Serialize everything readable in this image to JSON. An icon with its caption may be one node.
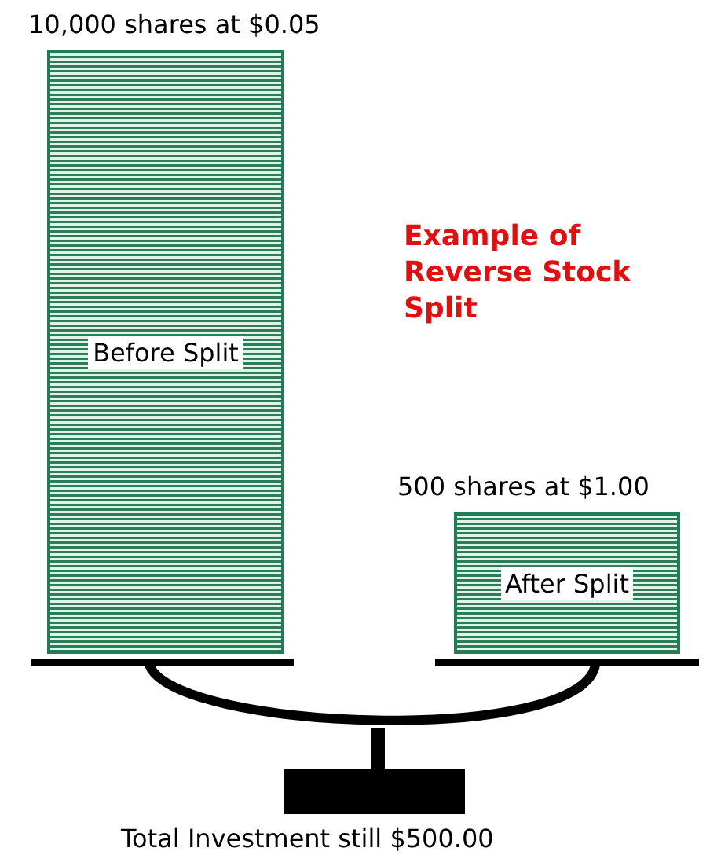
{
  "diagram": {
    "title": "Example of Reverse Stock Split",
    "nodes": [
      {
        "text": [
          "Before Split"
        ],
        "beside": [
          "10,000 shares at $0.05"
        ]
      },
      {
        "text": [
          "After Split"
        ],
        "beside": [
          "500 shares at $1.00"
        ]
      }
    ],
    "labels": [
      "Total Investment still $500.00"
    ]
  }
}
